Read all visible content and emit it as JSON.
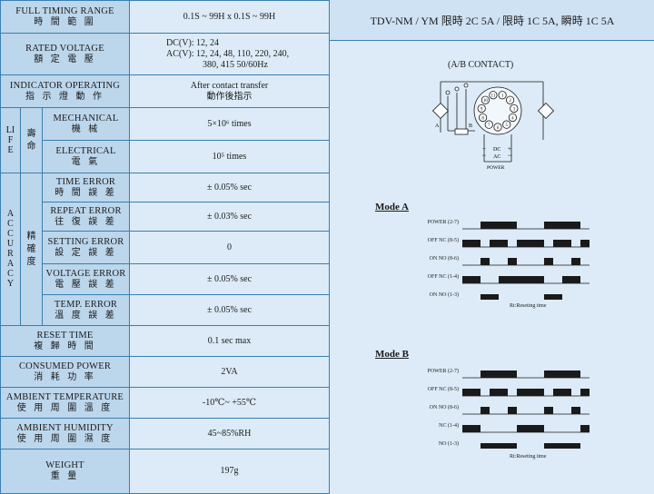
{
  "rows": {
    "timing_range": {
      "en": "FULL TIMING RANGE",
      "zh": "時 間 範 圍",
      "value": "0.1S ~ 99H x 0.1S ~ 99H"
    },
    "rated_voltage": {
      "en": "RATED VOLTAGE",
      "zh": "額 定 電 壓",
      "value_dc": "DC(V): 12, 24",
      "value_ac": "AC(V): 12, 24, 48, 110, 220, 240,",
      "value_ac2": "380, 415 50/60Hz"
    },
    "indicator": {
      "en": "INDICATOR OPERATING",
      "zh": "指 示 燈 動 作",
      "value": "After contact transfer",
      "value_zh": "動作後指示"
    },
    "life": {
      "group_en": "LIFE",
      "group_zh": "壽命",
      "mechanical": {
        "en": "MECHANICAL",
        "zh": "機 械",
        "value": "5×10⁶ times"
      },
      "electrical": {
        "en": "ELECTRICAL",
        "zh": "電 氣",
        "value": "10⁵ times"
      }
    },
    "accuracy": {
      "group_en": "ACCURACY",
      "group_zh": "精確度",
      "time_error": {
        "en": "TIME ERROR",
        "zh": "時 間 誤 差",
        "value": "± 0.05% sec"
      },
      "repeat_error": {
        "en": "REPEAT ERROR",
        "zh": "往 復 誤 差",
        "value": "± 0.03% sec"
      },
      "setting_error": {
        "en": "SETTING ERROR",
        "zh": "設 定 誤 差",
        "value": "0"
      },
      "voltage_error": {
        "en": "VOLTAGE ERROR",
        "zh": "電 壓 誤 差",
        "value": "± 0.05% sec"
      },
      "temp_error": {
        "en": "TEMP. ERROR",
        "zh": "溫 度 誤 差",
        "value": "± 0.05% sec"
      }
    },
    "reset_time": {
      "en": "RESET TIME",
      "zh": "複 歸 時 間",
      "value": "0.1 sec max"
    },
    "consumed_power": {
      "en": "CONSUMED POWER",
      "zh": "消 耗 功 率",
      "value": "2VA"
    },
    "ambient_temp": {
      "en": "AMBIENT TEMPERATURE",
      "zh": "使 用 周 圍 溫 度",
      "value": "-10℃~ +55℃"
    },
    "ambient_humidity": {
      "en": "AMBIENT HUMIDITY",
      "zh": "使 用 周 圍 濕 度",
      "value": "45~85%RH"
    },
    "weight": {
      "en": "WEIGHT",
      "zh": "重 量",
      "value": "197g"
    }
  },
  "model_header": "TDV-NM / YM 限時 2C 5A / 限時 1C 5A, 瞬時 1C 5A",
  "contact_label": "(A/B CONTACT)",
  "wiring": {
    "dc": "DC",
    "ac": "AC",
    "minus": "−",
    "plus": "+",
    "tilde": "~",
    "power": "POWER",
    "a": "A",
    "b": "B",
    "pins": [
      "1",
      "2",
      "3",
      "4",
      "5",
      "6",
      "7",
      "8",
      "9",
      "10",
      "11"
    ]
  },
  "mode_a": {
    "title": "Mode  A",
    "labels": [
      "POWER (2-7)",
      "OFF NC (8-5)",
      "ON NO (8-6)",
      "OFF NC (1-4)",
      "ON NO (1-3)"
    ],
    "rt": "Rt:Reseting time"
  },
  "mode_b": {
    "title": "Mode  B",
    "labels": [
      "POWER (2-7)",
      "OFF NC (8-5)",
      "ON NO (8-6)",
      "NC (1-4)",
      "NO (1-3)"
    ],
    "rt": "Rt:Reseting time"
  }
}
